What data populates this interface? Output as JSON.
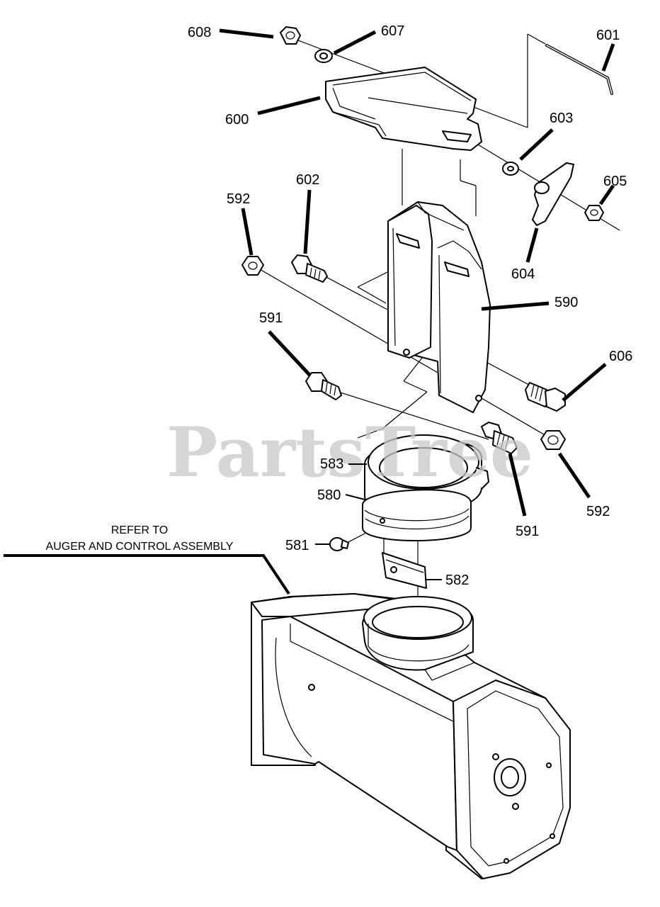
{
  "watermark": "PartsTree",
  "note": {
    "line1": "REFER TO",
    "line2": "AUGER AND CONTROL ASSEMBLY"
  },
  "labels": {
    "p608": "608",
    "p607": "607",
    "p601": "601",
    "p600": "600",
    "p603": "603",
    "p605": "605",
    "p602": "602",
    "p592a": "592",
    "p604": "604",
    "p590": "590",
    "p591a": "591",
    "p606": "606",
    "p583": "583",
    "p580": "580",
    "p592b": "592",
    "p591b": "591",
    "p581": "581",
    "p582": "582"
  }
}
